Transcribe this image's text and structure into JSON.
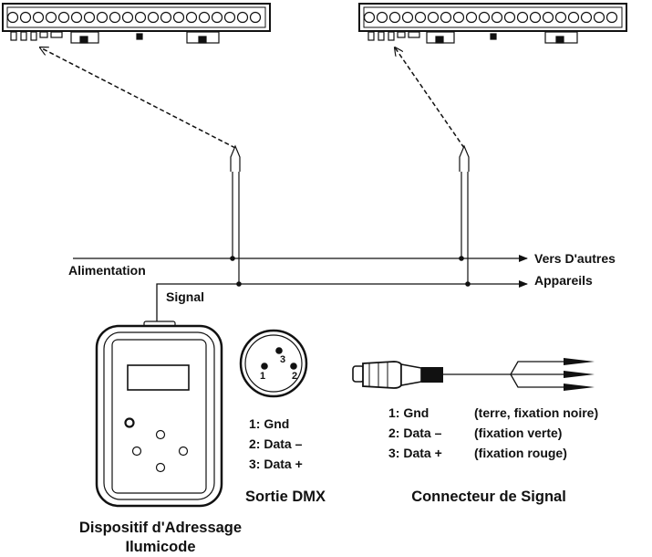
{
  "labels": {
    "vers_dautres": "Vers D'autres",
    "appareils": "Appareils",
    "alimentation": "Alimentation",
    "signal": "Signal"
  },
  "dmx_output": {
    "title": "Sortie DMX",
    "pins": [
      "1",
      "2",
      "3"
    ],
    "legend": [
      "1: Gnd",
      "2: Data –",
      "3: Data +"
    ]
  },
  "connector": {
    "title": "Connecteur de Signal",
    "pins": [
      "1: Gnd",
      "2: Data –",
      "3: Data +"
    ],
    "notes": [
      "(terre, fixation noire)",
      "(fixation verte)",
      "(fixation rouge)"
    ]
  },
  "device": {
    "title_line1": "Dispositif d'Adressage",
    "title_line2": "Ilumicode"
  }
}
